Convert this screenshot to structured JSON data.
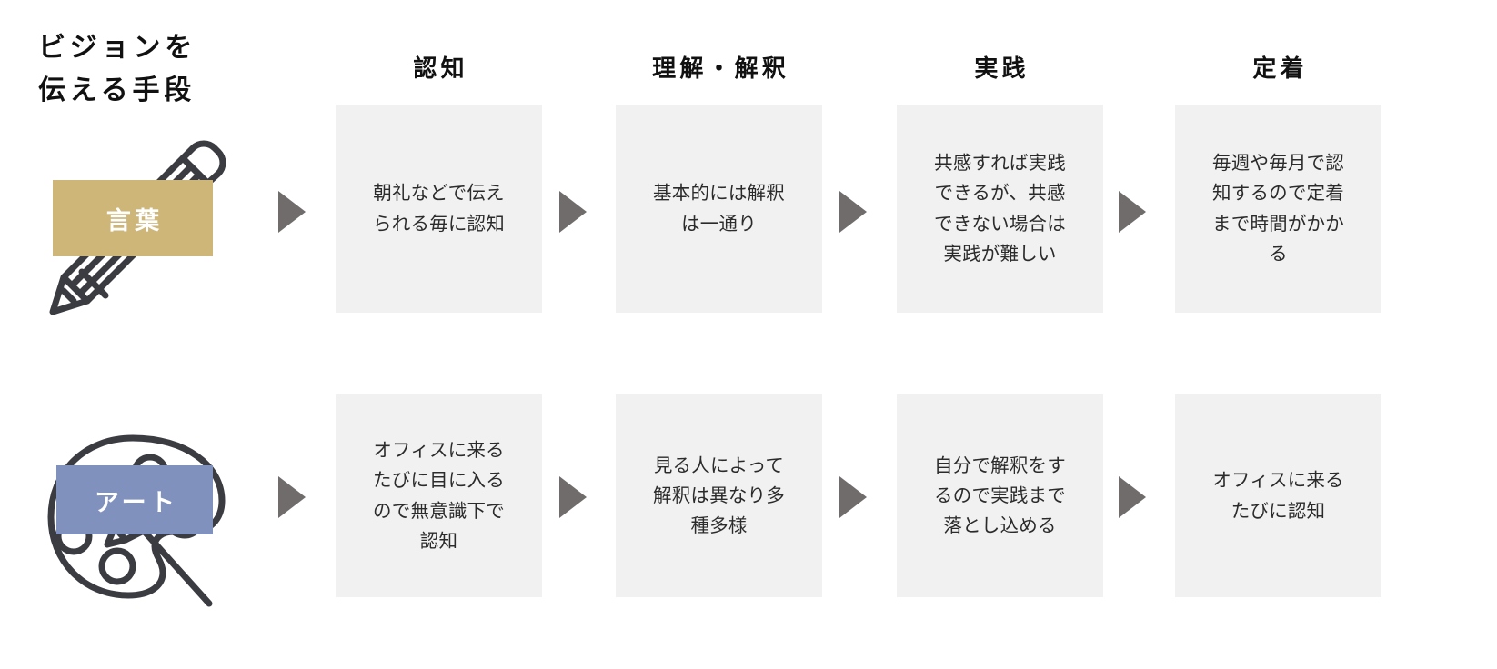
{
  "left": {
    "title_line1": "ビジョンを",
    "title_line2": "伝える手段",
    "methods": [
      {
        "label": "言葉",
        "icon": "pencil-icon",
        "chip_color": "#ceb679"
      },
      {
        "label": "アート",
        "icon": "palette-icon",
        "chip_color": "#8091bd"
      }
    ]
  },
  "columns": [
    {
      "header": "認知"
    },
    {
      "header": "理解・解釈"
    },
    {
      "header": "実践"
    },
    {
      "header": "定着"
    }
  ],
  "rows": [
    {
      "method": "言葉",
      "cells": [
        "朝礼などで伝え\nられる毎に認知",
        "基本的には解釈\nは一通り",
        "共感すれば実践\nできるが、共感\nできない場合は\n実践が難しい",
        "毎週や毎月で認\n知するので定着\nまで時間がかか\nる"
      ]
    },
    {
      "method": "アート",
      "cells": [
        "オフィスに来る\nたびに目に入る\nので無意識下で\n認知",
        "見る人によって\n解釈は異なり多\n種多様",
        "自分で解釈をす\nるので実践まで\n落とし込める",
        "オフィスに来る\nたびに認知"
      ]
    }
  ],
  "arrows": {
    "glyph": "triangle-right-icon",
    "color": "#706c6c",
    "count_per_row": 4
  },
  "colors": {
    "cell_background": "#f1f1f1",
    "page_background": "#ffffff",
    "text": "#2b2b2b",
    "heading": "#111111",
    "gold": "#ceb679",
    "blue": "#8091bd",
    "icon_stroke": "#3b3b42"
  }
}
